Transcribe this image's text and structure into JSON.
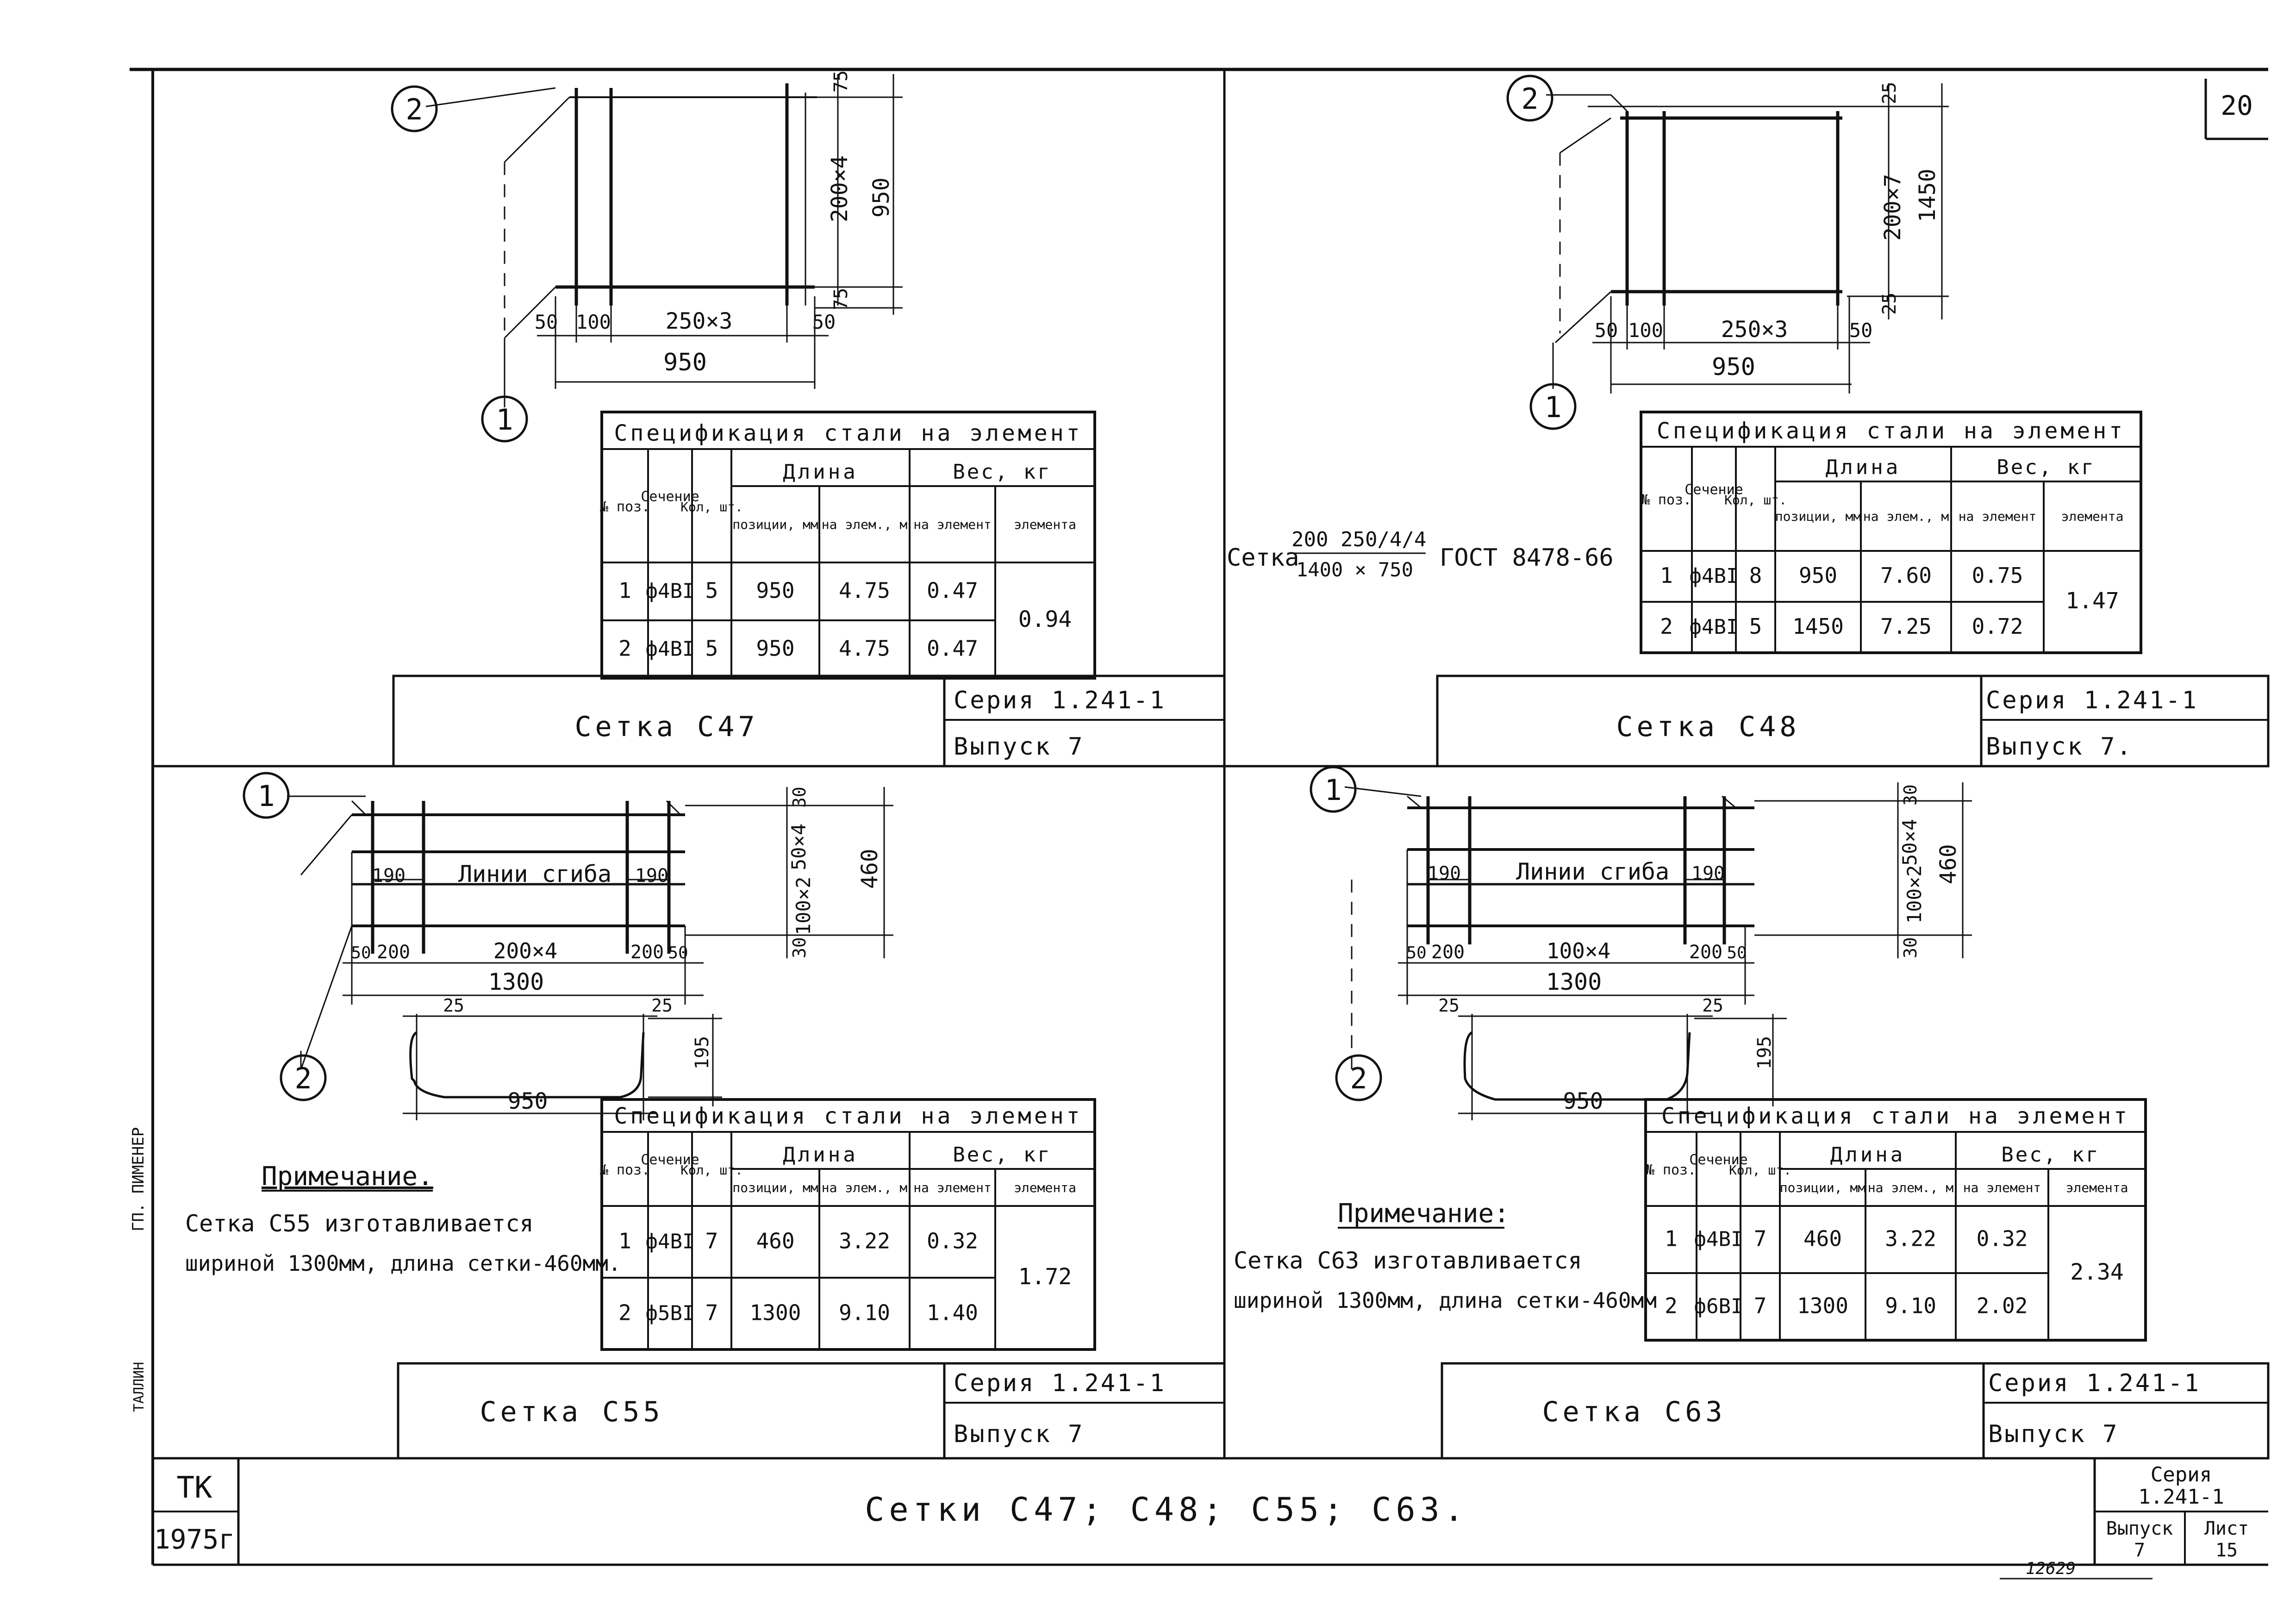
{
  "page_number": "20",
  "stamp_bottom": "12629",
  "side_notes": [
    "ГП. ПИМЕНЕР",
    "ТАЛЛИН"
  ],
  "dimensions": {
    "c47": {
      "h_top": "75",
      "h_mid": "200×4",
      "h_total": "950",
      "h_bot": "75",
      "w_left": "50",
      "w_a": "100",
      "w_mid": "250×3",
      "w_right": "50",
      "w_total": "950"
    },
    "c48": {
      "h_top": "25",
      "h_mid": "200×7",
      "h_total": "1450",
      "h_bot": "25",
      "w_left": "50",
      "w_a": "100",
      "w_mid": "250×3",
      "w_right": "50",
      "w_total": "950"
    },
    "c55": {
      "h_top": "30",
      "h_a": "50×4",
      "h_b": "100×2",
      "h_total": "460",
      "h_bot": "30",
      "w_190a": "190",
      "w_190b": "190",
      "w_left": "50",
      "w_a": "200",
      "w_mid": "200×4",
      "w_b": "200",
      "w_right": "50",
      "w_total": "1300",
      "prof_l": "25",
      "prof_r": "25",
      "prof_h": "195",
      "prof_w": "950"
    },
    "c63": {
      "h_top": "30",
      "h_a": "50×4",
      "h_b": "100×2",
      "h_total": "460",
      "h_bot": "30",
      "w_190a": "190",
      "w_190b": "190",
      "w_left": "50",
      "w_a": "200",
      "w_mid": "100×4",
      "w_b": "200",
      "w_right": "50",
      "w_total": "1300",
      "prof_l": "25",
      "prof_r": "25",
      "prof_h": "195",
      "prof_w": "950"
    }
  },
  "callouts": {
    "one": "1",
    "two": "2"
  },
  "bend_label": "Линии сгиба",
  "mesh_formula": {
    "prefix": "Сетка",
    "numerator": "200 250/4/4",
    "denominator": "1400 × 750",
    "standard": "ГОСТ 8478-66"
  },
  "spec_headers": {
    "title": "Спецификация стали на элемент",
    "pos": "№ поз.",
    "section": "Сечение",
    "qty": "Кол, шт.",
    "length": "Длина",
    "length_pos": "позиции, мм",
    "length_elem": "на элем., м",
    "weight": "Вес, кг",
    "weight_elem": "на элемент",
    "weight_total": "элемента"
  },
  "spec_tables": {
    "c47": {
      "rows": [
        {
          "pos": "1",
          "section": "ф4ВI",
          "qty": "5",
          "len_pos": "950",
          "len_elem": "4.75",
          "weight": "0.47"
        },
        {
          "pos": "2",
          "section": "ф4ВI",
          "qty": "5",
          "len_pos": "950",
          "len_elem": "4.75",
          "weight": "0.47"
        }
      ],
      "total": "0.94"
    },
    "c48": {
      "rows": [
        {
          "pos": "1",
          "section": "ф4ВI",
          "qty": "8",
          "len_pos": "950",
          "len_elem": "7.60",
          "weight": "0.75"
        },
        {
          "pos": "2",
          "section": "ф4ВI",
          "qty": "5",
          "len_pos": "1450",
          "len_elem": "7.25",
          "weight": "0.72"
        }
      ],
      "total": "1.47"
    },
    "c55": {
      "rows": [
        {
          "pos": "1",
          "section": "ф4ВI",
          "qty": "7",
          "len_pos": "460",
          "len_elem": "3.22",
          "weight": "0.32"
        },
        {
          "pos": "2",
          "section": "ф5ВI",
          "qty": "7",
          "len_pos": "1300",
          "len_elem": "9.10",
          "weight": "1.40"
        }
      ],
      "total": "1.72"
    },
    "c63": {
      "rows": [
        {
          "pos": "1",
          "section": "ф4ВI",
          "qty": "7",
          "len_pos": "460",
          "len_elem": "3.22",
          "weight": "0.32"
        },
        {
          "pos": "2",
          "section": "ф6ВI",
          "qty": "7",
          "len_pos": "1300",
          "len_elem": "9.10",
          "weight": "2.02"
        }
      ],
      "total": "2.34"
    }
  },
  "notes": {
    "c55": {
      "title": "Примечание.",
      "line1": "Сетка С55 изготавливается",
      "line2": "шириной 1300мм, длина сетки-460мм."
    },
    "c63": {
      "title": "Примечание:",
      "line1": "Сетка С63 изготавливается",
      "line2": "шириной 1300мм, длина сетки-460мм"
    }
  },
  "title_blocks": {
    "c47": {
      "name": "Сетка С47",
      "series": "Серия 1.241-1",
      "issue": "Выпуск 7"
    },
    "c48": {
      "name": "Сетка С48",
      "series": "Серия 1.241-1",
      "issue": "Выпуск 7."
    },
    "c55": {
      "name": "Сетка С55",
      "series": "Серия 1.241-1",
      "issue": "Выпуск 7"
    },
    "c63": {
      "name": "Сетка С63",
      "series": "Серия 1.241-1",
      "issue": "Выпуск 7"
    }
  },
  "main_stamp": {
    "org": "ТК",
    "year": "1975г",
    "title": "Сетки С47; С48; С55; С63.",
    "series_label": "Серия",
    "series_value": "1.241-1",
    "issue_label": "Выпуск",
    "issue_value": "7",
    "sheet_label": "Лист",
    "sheet_value": "15"
  }
}
